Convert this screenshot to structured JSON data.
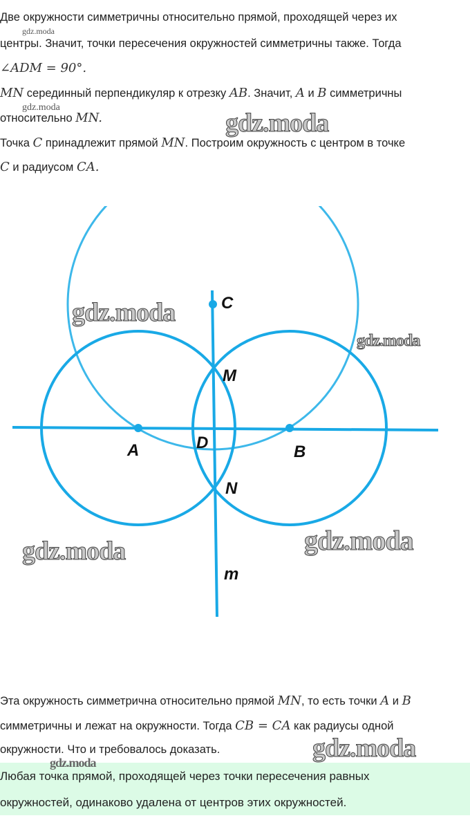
{
  "paragraphs": {
    "p1_l1": "Две окружности симметричны относительно прямой, проходящей через их",
    "p1_l2": "центры. Значит, точки пересечения окружностей симметричны также. Тогда",
    "p1_l3_math": "∠ADM = 90°.",
    "p2_m1": "MN",
    "p2_t1": " серединный перпендикуляр к отрезку ",
    "p2_m2": "AB",
    "p2_t2": ". Значит, ",
    "p2_m3": "A",
    "p2_t3": " и ",
    "p2_m4": "B",
    "p2_t4": " симметричны",
    "p2_l2_t": "относительно ",
    "p2_l2_m": "MN.",
    "p3_t1": "Точка ",
    "p3_m1": "C",
    "p3_t2": " принадлежит прямой ",
    "p3_m2": "MN",
    "p3_t3": ". Построим окружность с центром в точке",
    "p3_l2_m1": "C",
    "p3_l2_t": " и радиусом ",
    "p3_l2_m2": "CA.",
    "p4_t1": "Эта окружность симметрична относительно прямой ",
    "p4_m1": "MN",
    "p4_t2": ", то есть точки ",
    "p4_m2": "A",
    "p4_t3": " и ",
    "p4_m3": "B",
    "p4_l2_t1": "симметричны и лежат на окружности. Тогда ",
    "p4_l2_m": "CB = CA",
    "p4_l2_t2": " как радиусы одной",
    "p4_l3": "окружности. Что и требовалось доказать."
  },
  "note": {
    "line1": "Любая точка прямой, проходящей через точки пересечения равных",
    "line2": "окружностей, одинаково удалена от центров этих окружностей."
  },
  "diagram": {
    "labels": {
      "C": "C",
      "M": "M",
      "A": "A",
      "D": "D",
      "B": "B",
      "N": "N",
      "m": "m"
    },
    "colors": {
      "circle": "#19a9e6",
      "big_circle": "#3db8ea"
    }
  },
  "watermark": "gdz.moda"
}
